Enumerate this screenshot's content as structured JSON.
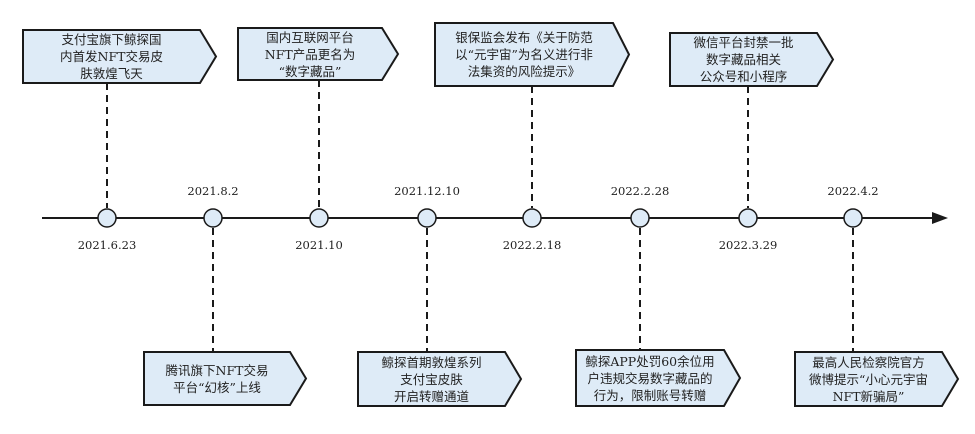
{
  "colors": {
    "box_fill": "#deebf7",
    "line": "#1a1a1a",
    "node_fill": "#deebf7"
  },
  "events": [
    {
      "date": "2021.6.23",
      "text": "支付宝旗下鲸探国\n内首发NFT交易皮\n肤敦煌飞天"
    },
    {
      "date": "2021.8.2",
      "text": "腾讯旗下NFT交易\n平台“幻核”上线"
    },
    {
      "date": "2021.10",
      "text": "国内互联网平台\nNFT产品更名为\n“数字藏品”"
    },
    {
      "date": "2021.12.10",
      "text": "鲸探首期敦煌系列\n支付宝皮肤\n开启转赠通道"
    },
    {
      "date": "2022.2.18",
      "text": "银保监会发布《关于防范\n以“元宇宙”为名义进行非\n法集资的风险提示》"
    },
    {
      "date": "2022.2.28",
      "text": "鲸探APP处罚60余位用\n户违规交易数字藏品的\n行为，限制账号转赠"
    },
    {
      "date": "2022.3.29",
      "text": "微信平台封禁一批\n数字藏品相关\n公众号和小程序"
    },
    {
      "date": "2022.4.2",
      "text": "最高人民检察院官方\n微博提示“小心元宇宙\nNFT新骗局”"
    }
  ]
}
